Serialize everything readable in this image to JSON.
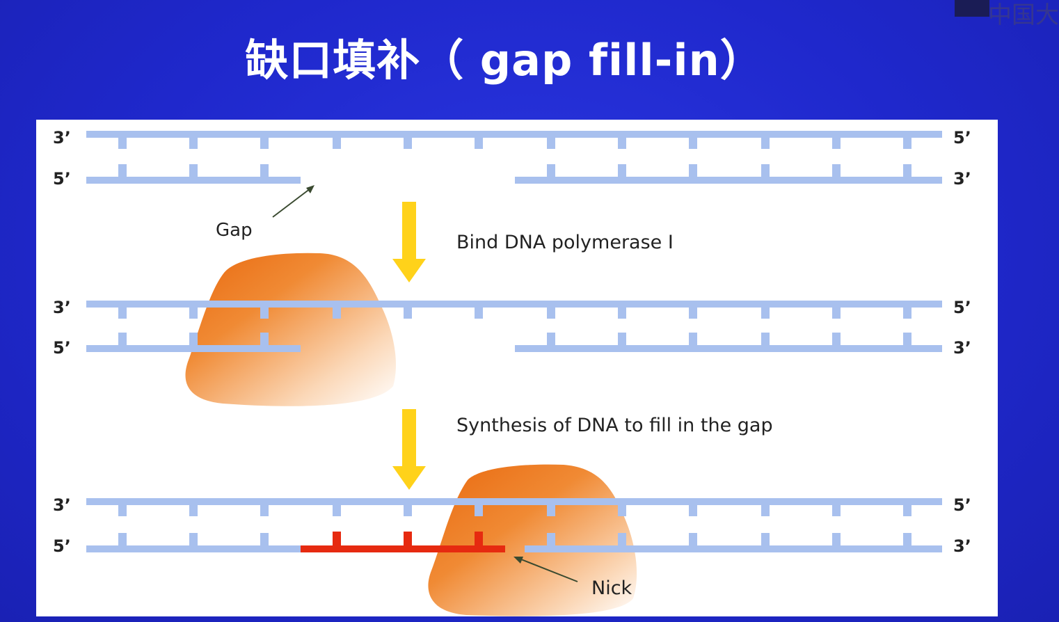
{
  "title": "缺口填补（ gap fill-in）",
  "watermark": "中国大",
  "colors": {
    "background": "#1f28cc",
    "strand": "#a8c0ee",
    "new_strand": "#e62a10",
    "arrow": "#ffd21a",
    "polymerase": "#ee7a1e"
  },
  "panels": [
    {
      "top_left": "3’",
      "top_right": "5’",
      "bottom_left": "5’",
      "bottom_right": "3’"
    },
    {
      "top_left": "3’",
      "top_right": "5’",
      "bottom_left": "5’",
      "bottom_right": "3’"
    },
    {
      "top_left": "3’",
      "top_right": "5’",
      "bottom_left": "5’",
      "bottom_right": "3’"
    }
  ],
  "labels": {
    "gap": "Gap",
    "step1": "Bind DNA polymerase Ⅰ",
    "step2": "Synthesis of DNA to fill in the gap",
    "nick": "Nick"
  }
}
